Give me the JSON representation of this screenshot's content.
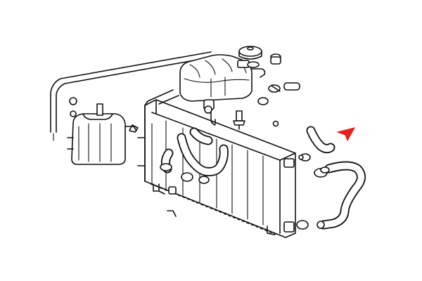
{
  "diagram": {
    "line_color": "#111111",
    "background_color": "#ffffff",
    "marker_color": "#e8201c",
    "components": [
      "expansion-tank",
      "expansion-tank-cap",
      "reservoir-tank",
      "radiator",
      "upper-radiator-hose",
      "lower-radiator-hose",
      "bypass-hose",
      "overflow-line",
      "hose-clamp",
      "drain-plug",
      "temperature-sensor"
    ],
    "marker_icon": "arrow-pointer-icon"
  }
}
